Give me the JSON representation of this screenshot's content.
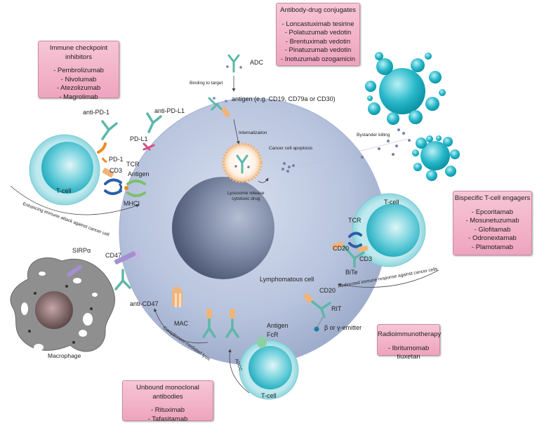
{
  "boxes": {
    "checkpoint": {
      "title": "Immune checkpoint inhibitors",
      "items": [
        "- Pembrolizumab",
        "- Nivolumab",
        "- Atezolizumab",
        "- Magrolimab"
      ]
    },
    "adc": {
      "title": "Antibody-drug conjugates",
      "items": [
        "- Loncastuximab tesirine",
        "- Polatuzumab vedotin",
        "- Brentuximab vedotin",
        "- Pinatuzumab vedotin",
        "- Inotuzumab ozogamicin"
      ]
    },
    "bispecific": {
      "title": "Bispecific T-cell engagers",
      "items": [
        "- Epcoritamab",
        "- Mosunetuzumab",
        "- Glofitamab",
        "- Odronextamab",
        "- Plamotamab"
      ]
    },
    "radio": {
      "title": "Radioimmunotherapy",
      "items": [
        "- Ibritumomab tiuxetan"
      ]
    },
    "unbound": {
      "title": "Unbound monoclonal antibodies",
      "items": [
        "- Rituximab",
        "- Tafasitamab"
      ]
    }
  },
  "labels": {
    "adc": "ADC",
    "binding": "Binding to target",
    "antigen_eg": "antigen (e.g. CD19, CD79a or CD30)",
    "internalization": "Internalization",
    "apoptosis": "Cancer cell apoptosis",
    "lysosome": "Lysosome release\ncytotoxic drug",
    "bystander": "Bystander killing",
    "anti_pd1": "anti-PD-1",
    "anti_pdl1": "anti-PD-L1",
    "pdl1": "PD-L1",
    "pd1": "PD-1",
    "cd3_left": "CD3",
    "tcr_left": "TCR",
    "antigen_left": "Antigen",
    "mhci": "MHCI",
    "tcell_left": "T-cell",
    "enhancing": "Enhancing immune attack against cancer cell",
    "tcell_right": "T-cell",
    "tcr_right": "TCR",
    "cd20_bite": "CD20",
    "cd3_right": "CD3",
    "bite": "BiTe",
    "redirected": "Redirected immune response against cancer cells",
    "lymphomatous": "Lymphomatous cell",
    "cd20_rit": "CD20",
    "rit": "RIT",
    "emitter": "β or γ-emitter",
    "sirpa": "SIRPα",
    "cd47": "CD47",
    "anti_cd47": "anti-CD47",
    "macrophage": "Macrophage",
    "mac": "MAC",
    "complement": "Complement-mediated lysis",
    "adcc": "ADCC",
    "antigen_bottom": "Antigen",
    "fcr": "FcR",
    "tcell_bottom": "T-cell"
  },
  "colors": {
    "cancer_cell": "#b9c5df",
    "nucleus": "#7a86a3",
    "tcell": "#4cc4d3",
    "antibody": "#5cb8a8",
    "box_pink": "#f2b3c8",
    "macrophage": "#8a8a8a",
    "pdl1": "#d65080",
    "pd1": "#f08a20",
    "cd47": "#a48fd0"
  }
}
